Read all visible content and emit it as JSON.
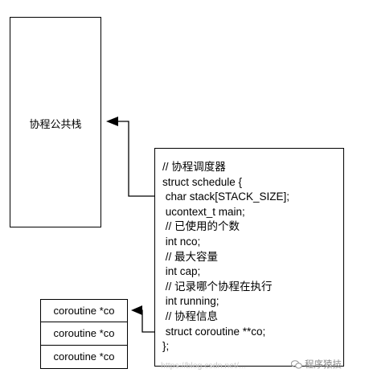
{
  "stack_box": {
    "label": "协程公共栈"
  },
  "schedule_struct": {
    "lines": [
      "// 协程调度器",
      "struct schedule {",
      " char stack[STACK_SIZE];",
      " ucontext_t main;",
      " // 已使用的个数",
      " int nco;",
      " // 最大容量",
      " int cap;",
      " // 记录哪个协程在执行",
      " int running;",
      " // 协程信息",
      " struct coroutine **co;",
      "};"
    ]
  },
  "coroutine_array": {
    "cells": [
      "coroutine *co",
      "coroutine *co",
      "coroutine *co"
    ]
  },
  "watermark": {
    "text": "https://blog.csdn.net/...",
    "brand": "程序猿技"
  },
  "colors": {
    "stroke": "#000000",
    "background": "#ffffff"
  }
}
